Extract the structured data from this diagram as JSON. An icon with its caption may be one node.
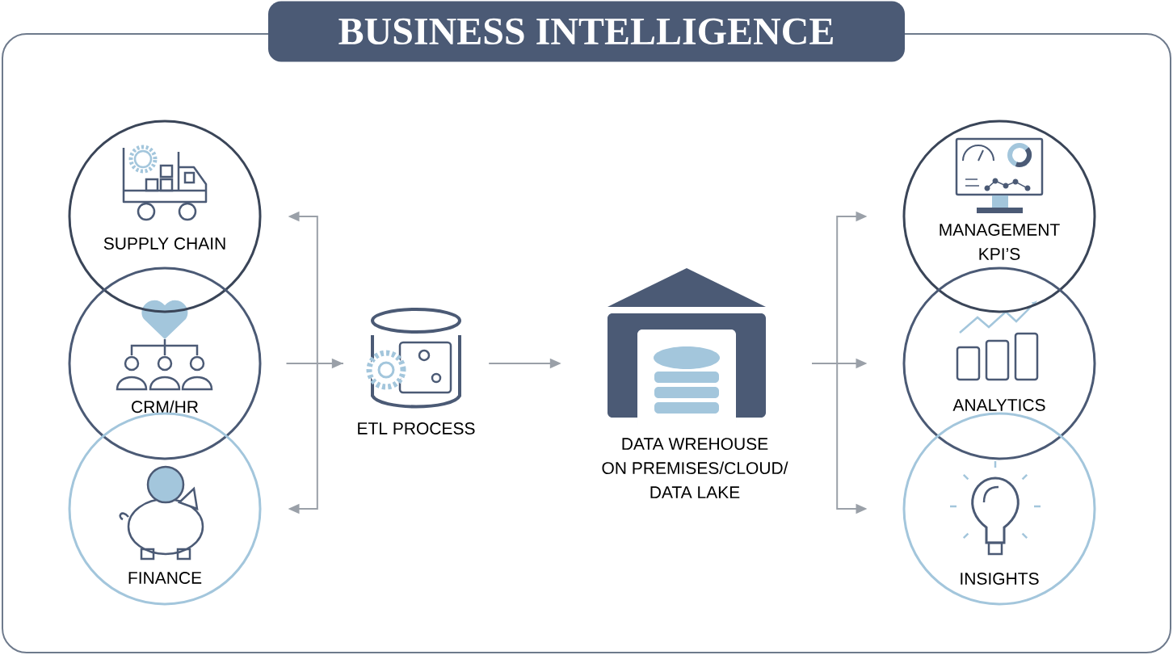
{
  "diagram": {
    "title": "BUSINESS INTELLIGENCE",
    "nodes": [
      {
        "text": [
          "SUPPLY CHAIN"
        ]
      },
      {
        "text": [
          "CRM/HR"
        ]
      },
      {
        "text": [
          "FINANCE"
        ]
      },
      {
        "text": [
          "ETL PROCESS"
        ]
      },
      {
        "text": [
          "DATA WREHOUSE ON PREMISES/CLOUD/ DATA LAKE"
        ]
      },
      {
        "text": [
          "MANAGEMENT KPI’S"
        ]
      },
      {
        "text": [
          "ANALYTICS"
        ]
      },
      {
        "text": [
          "INSIGHTS"
        ]
      }
    ],
    "edges": [
      {
        "from": 1,
        "to": 3,
        "arrow": "to"
      },
      {
        "from": 3,
        "to": 4,
        "arrow": "to"
      },
      {
        "from": 3,
        "to": 0,
        "arrow": "to"
      },
      {
        "from": 3,
        "to": 2,
        "arrow": "to"
      },
      {
        "from": 4,
        "to": 5,
        "arrow": "to"
      },
      {
        "from": 4,
        "to": 6,
        "arrow": "to"
      },
      {
        "from": 4,
        "to": 7,
        "arrow": "to"
      }
    ]
  }
}
